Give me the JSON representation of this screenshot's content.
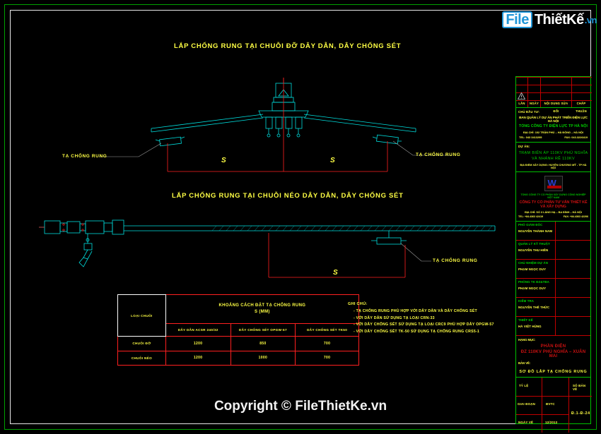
{
  "branding": {
    "logo_file": "File",
    "logo_thiet": "Thiết",
    "logo_ke": "Kế",
    "logo_vn": ".vn",
    "watermark": "Copyright © FileThietKe.vn",
    "accent_blue": "#2196d8"
  },
  "drawings": {
    "title_top": "LẮP CHỐNG RUNG TẠI CHUỖI ĐỠ DÂY DẪN, DÂY CHỐNG SÉT",
    "title_bottom": "LẮP CHỐNG RUNG TẠI CHUỖI NÉO DÂY DẪN, DÂY CHỐNG SÉT",
    "label_left": "TẠ CHỐNG RUNG",
    "label_right": "TẠ CHỐNG RUNG",
    "label_bottom_right": "TẠ CHỐNG RUNG",
    "dim_s_left": "S",
    "dim_s_right": "S",
    "dim_s_bottom": "S"
  },
  "spec_table": {
    "col_type_header": "LOẠI CHUỖI",
    "span_header_line1": "KHOẢNG CÁCH ĐẶT TẠ CHỐNG RUNG",
    "span_header_line2": "S (MM)",
    "sub_headers": [
      "DÂY DẪN ACSR 240/32",
      "DÂY CHỐNG SÉT OPGW-57",
      "DÂY CHỐNG SÉT TK50"
    ],
    "rows": [
      {
        "type": "CHUỖI ĐỠ",
        "values": [
          "1200",
          "850",
          "700"
        ]
      },
      {
        "type": "CHUỖI NÉO",
        "values": [
          "1200",
          "1000",
          "700"
        ]
      }
    ]
  },
  "notes": {
    "heading": "GHI CHÚ:",
    "items": [
      "- TẠ CHỐNG RUNG PHÙ HỢP VỚI DÂY DẪN VÀ DÂY CHỐNG SÉT",
      "- VỚI DÂY DẪN SỬ DỤNG TẠ LOẠI CRN-33",
      "- VỚI DÂY CHỐNG SÉT SỬ DỤNG TẠ LOẠI CRC9 PHÙ HỢP DÂY OPGW-57",
      "- VỚI DÂY CHỐNG SÉT TK-50 SỬ DỤNG TẠ CHỐNG RUNG CRS5-1"
    ]
  },
  "title_block": {
    "revision_headers": [
      "LẦN",
      "NGÀY",
      "NỘI DUNG SỬA ĐỔI",
      "CHẤP THUẬN"
    ],
    "owner": {
      "caption": "CHỦ ĐẦU TƯ:",
      "line1": "BAN QUẢN LÝ DỰ ÁN PHÁT TRIỂN ĐIỆN LỰC HÀ NỘI",
      "line2": "TỔNG CÔNG TY ĐIỆN LỰC TP HÀ NỘI",
      "address": "ĐỊA CHỈ: 102 TRẦN PHÚ – HÀ ĐÔNG – HÀ NỘI",
      "tel": "TEL: 043 3413295",
      "fax": "FAX: 043.3226419"
    },
    "project": {
      "caption": "DỰ ÁN:",
      "line1": "TRẠM BIẾN ÁP 110KV PHÚ NGHĨA",
      "line2": "VÀ NHÁNH RẼ 110KV",
      "line3": "ĐỊA ĐIỂM XÂY DỰNG: HUYỆN CHƯƠNG MỸ - TP HÀ NỘI"
    },
    "contractor": {
      "line1": "TỔNG CÔNG TY CỔ PHẦN XÂY DỰNG CÔNG NGHIỆP VIỆT NAM",
      "line2": "CÔNG TY CỔ PHẦN TƯ VẤN THIẾT KẾ VÀ XÂY DỰNG",
      "address": "ĐỊA CHỈ: SỐ 3 LÁNG HẠ – BA ĐÌNH – HÀ NỘI",
      "tel": "TEL: +84.4363 42419",
      "fax": "FAX: +84.4363 42206"
    },
    "signatures": [
      {
        "role": "PHÓ GIÁM ĐỐC",
        "name": "NGUYỄN THÀNH NAM"
      },
      {
        "role": "QUẢN LÝ KỸ THUẬT",
        "name": "NGUYỄN THU HIỀN"
      },
      {
        "role": "CHỦ NHIỆM DỰ ÁN",
        "name": "PHẠM NGỌC DUY"
      },
      {
        "role": "PHÒNG TK ĐZ&TBA",
        "name": "PHẠM NGỌC DUY"
      },
      {
        "role": "KIỂM TRA",
        "name": "NGUYỄN THẾ THỨC"
      },
      {
        "role": "THIẾT KẾ",
        "name": "HÀ VIỆT HÙNG"
      }
    ],
    "item": {
      "caption": "HẠNG MỤC:",
      "line1": "PHẦN ĐIỆN",
      "line2": "ĐZ 110KV PHÚ NGHĨA – XUÂN MAI",
      "drawing_caption": "BẢN VẼ:",
      "drawing_title": "SƠ ĐỒ LẮP TẠ CHỐNG RUNG"
    },
    "footer": {
      "scale_label": "TỶ LỆ",
      "scale_value": "",
      "stage_label": "GIAI ĐOẠN",
      "stage_value": "BVTC",
      "date_label": "NGÀY VẼ",
      "date_value": "12/2013",
      "dwgno_label": "SỐ BẢN VẼ",
      "dwgno_value": "Đ.1-Đ-24"
    }
  }
}
